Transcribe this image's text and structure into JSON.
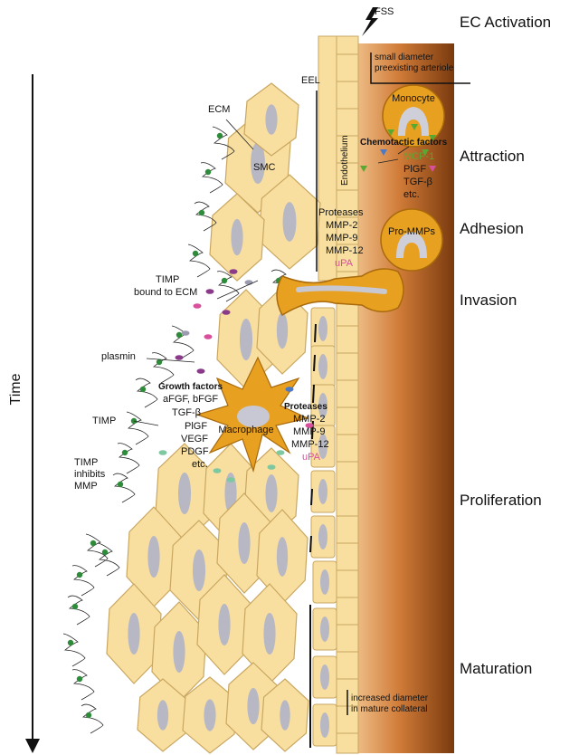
{
  "stages": [
    "EC Activation",
    "Attraction",
    "Adhesion",
    "Invasion",
    "Proliferation",
    "Maturation"
  ],
  "time_label": "Time",
  "labels": {
    "fss": "FSS",
    "small_diameter_1": "small diameter",
    "small_diameter_2": "preexisting arteriole",
    "increased_1": "increased diameter",
    "increased_2": "in mature collateral",
    "eel": "EEL",
    "ecm": "ECM",
    "smc": "SMC",
    "endothelium": "Endothelium",
    "monocyte": "Monocyte",
    "pro_mmps": "Pro-MMPs",
    "macrophage": "Macrophage",
    "timp_bound_1": "TIMP",
    "timp_bound_2": "bound to ECM",
    "plasmin": "plasmin",
    "timp": "TIMP",
    "timp_inhibits_1": "TIMP",
    "timp_inhibits_2": "inhibits",
    "timp_inhibits_3": "MMP"
  },
  "chemotactic": {
    "title": "Chemotactic factors",
    "items": [
      "MCP-1",
      "PlGF",
      "TGF-β",
      "etc."
    ],
    "accent": "#5aa832"
  },
  "proteases_top": {
    "title": "Proteases",
    "items": [
      "MMP-2",
      "MMP-9",
      "MMP-12",
      "uPA"
    ],
    "upa_color": "#d84f9c"
  },
  "growth_factors": {
    "title": "Growth factors",
    "items": [
      "aFGF, bFGF",
      "TGF-β",
      "PlGF",
      "VEGF",
      "PDGF",
      "etc."
    ]
  },
  "proteases_bottom": {
    "title": "Proteases",
    "items": [
      "MMP-2",
      "MMP-9",
      "MMP-12",
      "uPA"
    ]
  },
  "colors": {
    "cell_fill": "#f8dfa0",
    "cell_stroke": "#c9a760",
    "nucleus": "#b8b8c4",
    "vessel_light": "#e8a872",
    "vessel_dark": "#8a4414",
    "macrophage": "#e8a020",
    "ecm_dot": "#2e8b3a"
  }
}
